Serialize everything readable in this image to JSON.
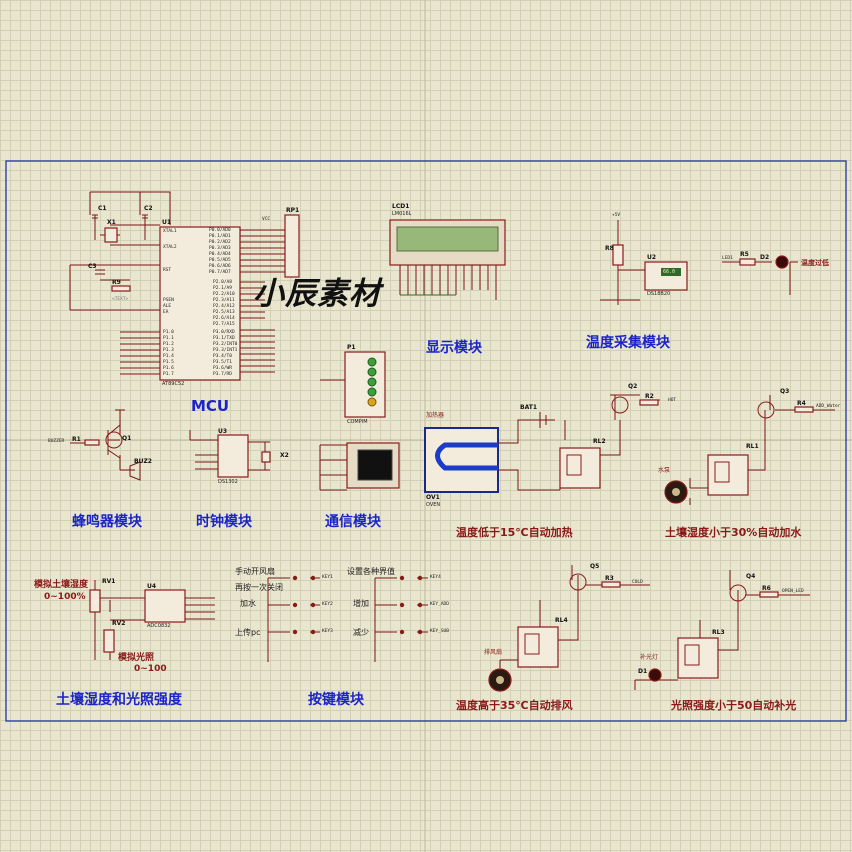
{
  "watermark": "小辰素材",
  "modules": {
    "mcu": "MCU",
    "display": "显示模块",
    "temp_sense": "温度采集模块",
    "buzzer": "蜂鸣器模块",
    "clock": "时钟模块",
    "comm": "通信模块",
    "soil_light": "土壤湿度和光照强度",
    "keys": "按键模块"
  },
  "auto_notes": {
    "heat": "温度低于15℃自动加热",
    "water": "土壤湿度小于30%自动加水",
    "fan": "温度高于35℃自动排风",
    "light": "光照强度小于50自动补光",
    "overtemp": "温度过低"
  },
  "sensors": {
    "soil_label": "模拟土壤湿度",
    "soil_range": "0~100%",
    "light_label": "模拟光照",
    "light_range": "0~100"
  },
  "keys": {
    "fan_manual": "手动开风扇",
    "fan_manual_2": "再按一次关闭",
    "water": "加水",
    "upload": "上传pc",
    "set_threshold": "设置各种界值",
    "increase": "增加",
    "decrease": "减少",
    "key_labels": [
      "KEY1",
      "KEY2",
      "KEY3",
      "KEY4",
      "KEY_ADD",
      "KEY_SUB"
    ]
  },
  "devices": {
    "heater": "加热器",
    "pump": "水泵",
    "fan": "排风扇",
    "fill_light": "补光灯",
    "oven": "OV1",
    "oven_type": "OVEN"
  },
  "refs": {
    "mcu": "U1",
    "mcu_part": "AT89C52",
    "lcd": "LCD1",
    "lcd_part": "LM016L",
    "rp": "RP1",
    "temp_ic": "U2",
    "temp_part": "DS18B20",
    "temp_reading": "66.0",
    "clock_ic": "U3",
    "clock_part": "DS1302",
    "crystal_x2": "X2",
    "adc": "U4",
    "adc_part": "ADC0832",
    "rv1": "RV1",
    "rv2": "RV2",
    "p1": "P1",
    "p1_part": "COMPIM",
    "q1": "Q1",
    "q2": "Q2",
    "q3": "Q3",
    "q5": "Q5",
    "q4": "Q4",
    "buzzer": "BUZ2",
    "bat": "BAT1",
    "rl1": "RL1",
    "rl2": "RL2",
    "rl3": "RL3",
    "rl4": "RL4",
    "d1": "D1",
    "d2": "D2",
    "c1": "C1",
    "c2": "C2",
    "c3": "C3",
    "x1": "X1",
    "r1": "R1",
    "r2": "R2",
    "r3": "R3",
    "r4": "R4",
    "r5": "R5",
    "r6": "R6",
    "r8": "R8",
    "r9": "R9"
  },
  "net_labels": {
    "buzzer": "BUZZER",
    "hot": "HOT",
    "add_water": "ADD_Water",
    "cold": "COLD",
    "open_led": "OPEN_LED",
    "led1": "LED1",
    "vcc": "VCC",
    "plus5v": "+5V"
  },
  "mcu_pins_left": [
    "XTAL1",
    "XTAL2",
    "RST",
    "PSEN",
    "ALE",
    "EA",
    "P1.0",
    "P1.1",
    "P1.2",
    "P1.3",
    "P1.4",
    "P1.5",
    "P1.6",
    "P1.7"
  ],
  "mcu_pins_right": [
    "P0.0/AD0",
    "P0.1/AD1",
    "P0.2/AD2",
    "P0.3/AD3",
    "P0.4/AD4",
    "P0.5/AD5",
    "P0.6/AD6",
    "P0.7/AD7",
    "P2.0/A8",
    "P2.1/A9",
    "P2.2/A10",
    "P2.3/A11",
    "P2.4/A12",
    "P2.5/A13",
    "P2.6/A14",
    "P2.7/A15",
    "P3.0/RXD",
    "P3.1/TXD",
    "P3.2/INT0",
    "P3.3/INT1",
    "P3.4/T0",
    "P3.5/T1",
    "P3.6/WR",
    "P3.7/RD"
  ],
  "text_placeholder": "<TEXT>"
}
